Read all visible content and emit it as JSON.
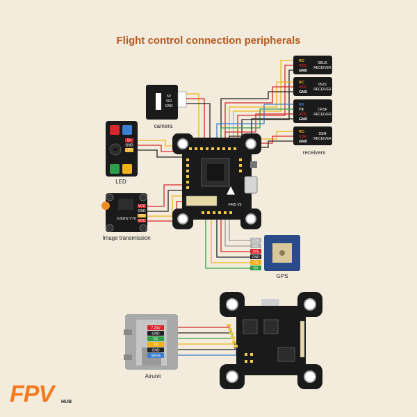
{
  "title": "Flight control connection peripherals",
  "labels": {
    "camera": "camera",
    "led": "LED",
    "vtx": "5.8GHz VTX",
    "image_transmission": "Image transmission",
    "receivers": "receivers",
    "gps": "GPS",
    "airunit": "Airunit",
    "board": "F405 V3"
  },
  "receivers": [
    {
      "name_line1": "SBUS",
      "name_line2": "RECEIVER",
      "pins": [
        "RC",
        "VCC",
        "GND"
      ]
    },
    {
      "name_line1": "IBUS",
      "name_line2": "RECEIVER",
      "pins": [
        "RC",
        "VCC",
        "GND"
      ]
    },
    {
      "name_line1": "CRSF",
      "name_line2": "RECEIVER",
      "pins": [
        "RX",
        "TX",
        "VCC",
        "GND"
      ]
    },
    {
      "name_line1": "DSM",
      "name_line2": "RECEIVER",
      "pins": [
        "RC",
        "3.3V",
        "GND"
      ]
    }
  ],
  "gps_pins": [
    "SDA",
    "SCL",
    "4V5",
    "GND",
    "TX",
    "RX"
  ],
  "airunit_pins": [
    "7-24V",
    "GND",
    "RX",
    "TX",
    "GND",
    "SBUS"
  ],
  "vtx_pins": [
    "VCC",
    "GND",
    "VID",
    "VCC"
  ],
  "led_pins": [
    "5V",
    "GND",
    "LED"
  ],
  "camera_pins": [
    "5V",
    "VID",
    "GND"
  ],
  "camera_panel_text": [
    "5V",
    "VID",
    "GND"
  ],
  "colors": {
    "title": "#b5581c",
    "background": "#f3ecdd",
    "board": "#1a1a1a",
    "wire_red": "#d8262b",
    "wire_black": "#222222",
    "wire_yellow": "#f0b21a",
    "wire_orange": "#f08c24",
    "wire_green": "#2e9e48",
    "wire_blue": "#3a7fd0",
    "wire_gray": "#9a9a9a",
    "brand": "#f47a1f"
  },
  "brand": {
    "main": "FPV",
    "sub": "HUB"
  }
}
